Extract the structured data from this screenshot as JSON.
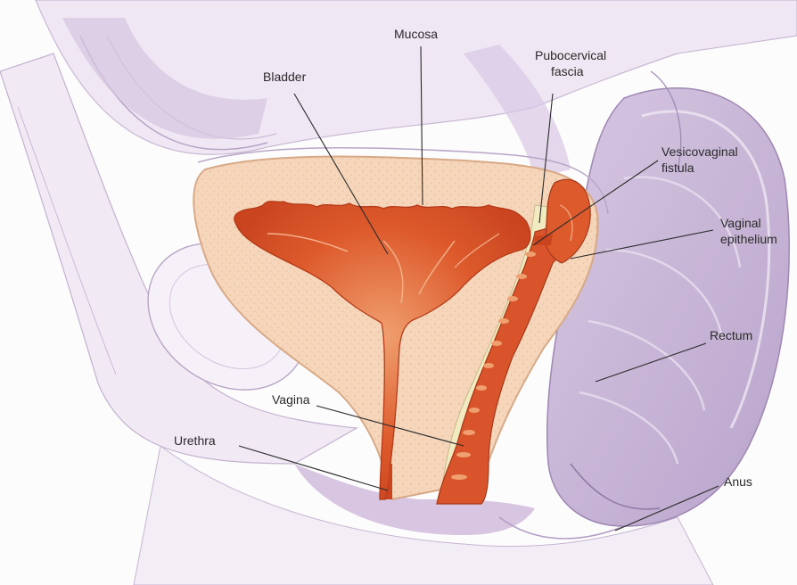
{
  "labels": {
    "mucosa": "Mucosa",
    "bladder": "Bladder",
    "pubocervical_fascia_line1": "Pubocervical",
    "pubocervical_fascia_line2": "fascia",
    "vesicovaginal_fistula_line1": "Vesicovaginal",
    "vesicovaginal_fistula_line2": "fistula",
    "vaginal_epithelium_line1": "Vaginal",
    "vaginal_epithelium_line2": "epithelium",
    "rectum": "Rectum",
    "vagina": "Vagina",
    "urethra": "Urethra",
    "anus": "Anus"
  },
  "colors": {
    "tissue_outline": "#b9a9c6",
    "pelvic_tissue": "#e9dff0",
    "dark_tissue": "#c8b6d6",
    "bladder_wall": "#f4d2b4",
    "mucosa": "#d9542a",
    "mucosa_light": "#ec8a56",
    "fascia": "#f3ecc6",
    "leader_line": "#2a2a2a"
  }
}
